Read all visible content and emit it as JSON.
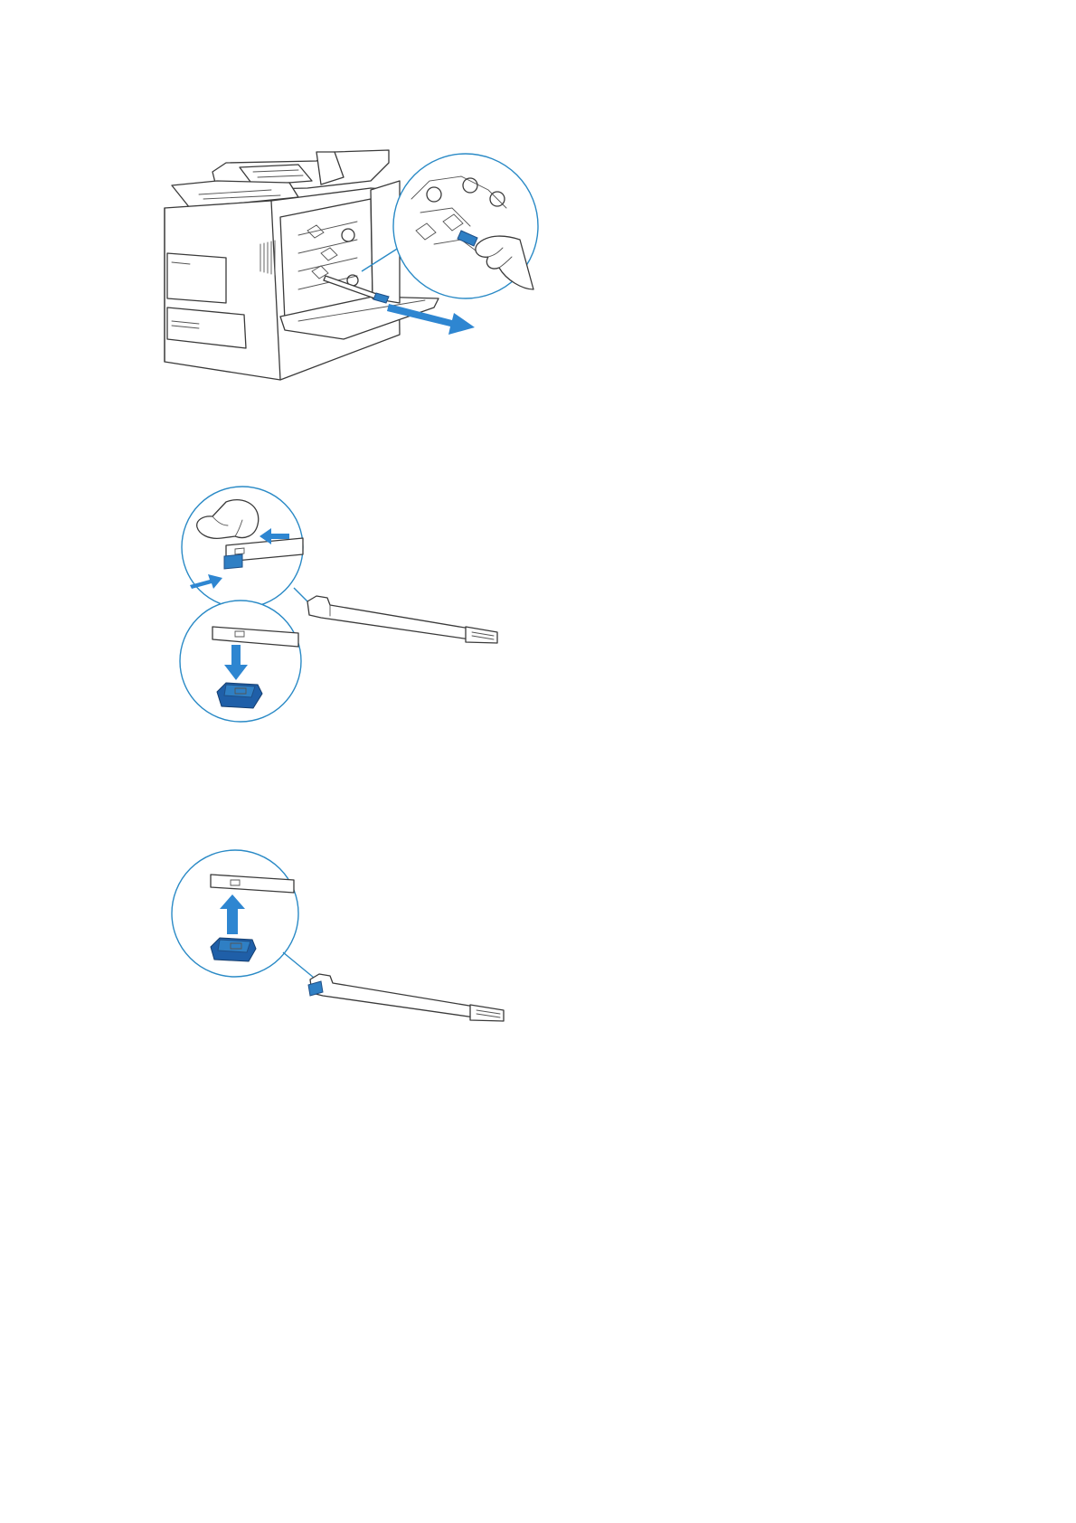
{
  "document": {
    "figures": [
      {
        "id": "remove-cleaning-rod",
        "accent": "#2e86d1",
        "icons": [
          "printer",
          "cleaning-rod",
          "hand",
          "pull-arrow"
        ]
      },
      {
        "id": "detach-cleaning-pad",
        "accent": "#2e86d1",
        "icons": [
          "hand",
          "squeeze-arrow",
          "cleaning-rod",
          "cleaning-pad",
          "down-arrow"
        ]
      },
      {
        "id": "attach-cleaning-pad",
        "accent": "#2e86d1",
        "icons": [
          "cleaning-rod",
          "cleaning-pad",
          "up-arrow"
        ]
      }
    ]
  }
}
